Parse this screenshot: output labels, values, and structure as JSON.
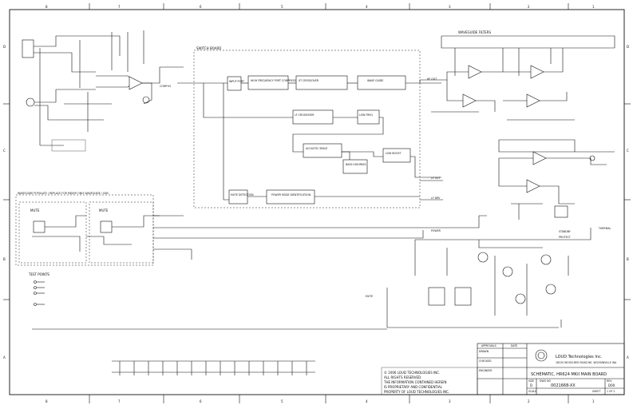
{
  "frame": {
    "columns": [
      "8",
      "7",
      "6",
      "5",
      "4",
      "3",
      "2",
      "1"
    ],
    "rows": [
      "D",
      "C",
      "B",
      "A"
    ]
  },
  "blocks": {
    "switch_board": "SWITCH BOARD",
    "waveguide_filters": "WAVEGUIDE FILTERS",
    "input_port": "INPUT\nPORT",
    "high_freq": "HIGH FREQUENCY\nPORT COMPRESSION",
    "xover": "XT CROSSOVER",
    "wave_guide": "WAVE GUIDE",
    "lf_crossover": "LF CROSSOVER",
    "low_freq": "LOW FREQ",
    "acoustic_space": "ACOUSTIC SPACE",
    "low_boost": "LOW BOOST",
    "bass_shelf": "BASS\nHIGHPASS",
    "mute_detection": "MUTE\nDETECTION",
    "power_mode": "POWER MODE\nIDENTIFICATION",
    "mute_left": "MUTE",
    "mute_right": "MUTE",
    "waveguide_pcb": "WAVEGUIDE POPULATE / REPLACE FOR MID/HF ONLY WAVEGUIDE / SUB",
    "test_points": "TEST POINTS"
  },
  "title_block": {
    "approvals": "APPROVALS",
    "date": "DATE",
    "drawn": "DRAWN",
    "checked": "CHECKED",
    "engineer": "ENGINEER",
    "company": "LOUD Technologies Inc.",
    "address": "16220 WOOD-RED ROAD NE, WOODINVILLE WA",
    "title": "SCHEMATIC, HR624 MKII MAIN BOARD",
    "size_label": "SIZE",
    "size": "D",
    "dwg_label": "DWG NO",
    "dwg": "0021668-XX",
    "rev_label": "REV",
    "rev": "D00",
    "scale_label": "SCALE",
    "sheet_label": "SHEET",
    "sheet": "1 OF 2"
  },
  "copyright": {
    "line1": "© 2006 LOUD TECHNOLOGIES INC.",
    "line2": "ALL RIGHTS RESERVED",
    "line3": "THE INFORMATION CONTAINED HEREIN",
    "line4": "IS PROPRIETARY AND CONFIDENTIAL",
    "line5": "PROPERTY OF LOUD TECHNOLOGIES INC."
  },
  "net_labels": {
    "comp_in": "COMP IN",
    "hf_out": "HF OUT",
    "lf_out": "LF OUT",
    "lf_drv": "LF DRV",
    "mute": "MUTE",
    "power": "POWER",
    "protect": "PROTECT",
    "standby": "STANDBY",
    "thermal": "THERMAL"
  }
}
